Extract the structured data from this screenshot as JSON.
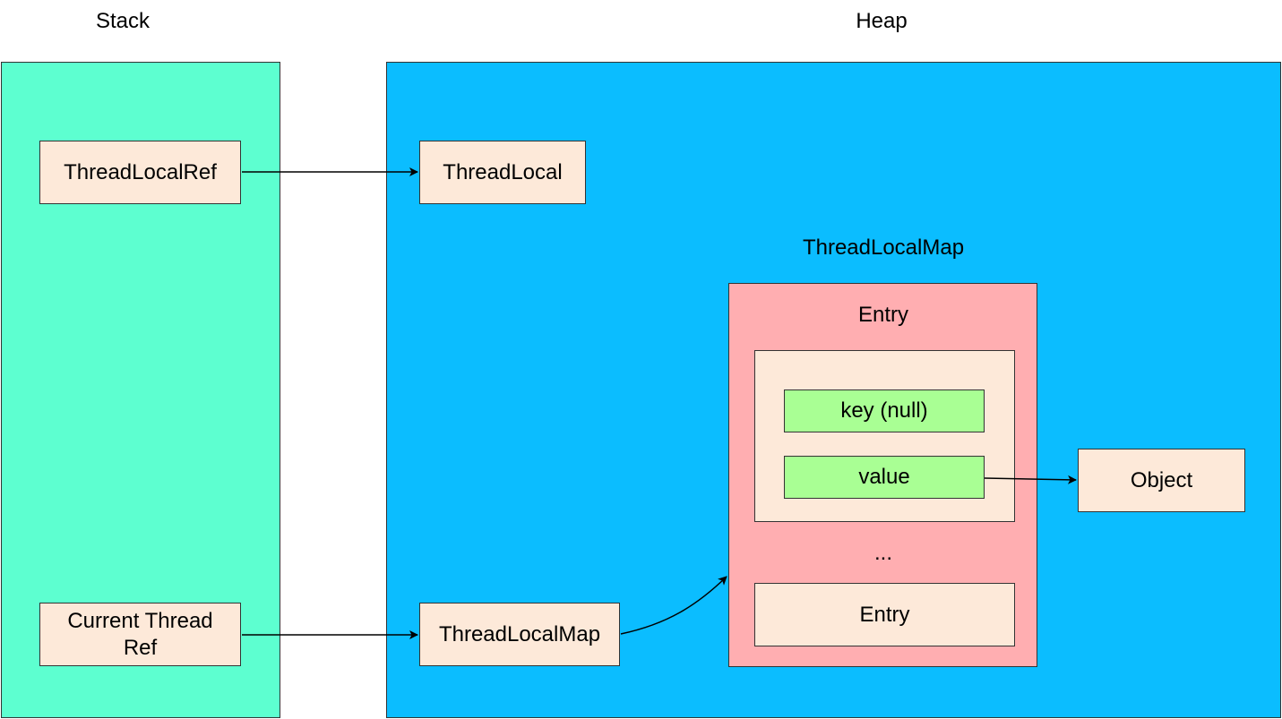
{
  "regions": {
    "stack": {
      "label": "Stack"
    },
    "heap": {
      "label": "Heap"
    }
  },
  "nodes": {
    "thread_local_ref": {
      "label": "ThreadLocalRef"
    },
    "current_thread_ref": {
      "label": "Current Thread Ref"
    },
    "thread_local": {
      "label": "ThreadLocal"
    },
    "thread_local_map_ref": {
      "label": "ThreadLocalMap"
    },
    "thread_local_map_title": {
      "label": "ThreadLocalMap"
    },
    "entry_title": {
      "label": "Entry"
    },
    "key": {
      "label": "key (null)"
    },
    "value": {
      "label": "value"
    },
    "ellipsis": {
      "label": "..."
    },
    "entry_2": {
      "label": "Entry"
    },
    "object": {
      "label": "Object"
    }
  },
  "colors": {
    "stack_fill": "#5DFFD0",
    "heap_fill": "#0BBDFF",
    "node_fill": "#FDE9D9",
    "map_fill": "#FFAEB1",
    "field_fill": "#A9FF94",
    "stroke": "#333333",
    "arrow": "#000000"
  },
  "edges": [
    {
      "from": "thread_local_ref",
      "to": "thread_local"
    },
    {
      "from": "current_thread_ref",
      "to": "thread_local_map_ref"
    },
    {
      "from": "thread_local_map_ref",
      "to": "thread_local_map_container"
    },
    {
      "from": "value",
      "to": "object"
    }
  ]
}
